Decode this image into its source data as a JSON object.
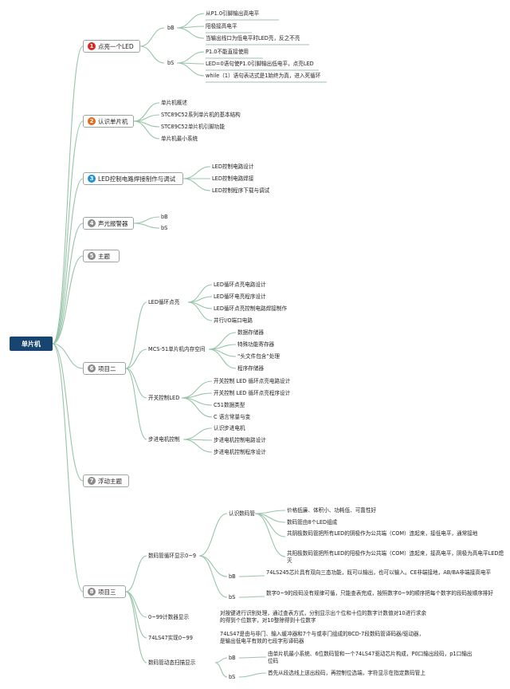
{
  "root": {
    "label": "单片机"
  },
  "colors": {
    "branch": "#97c4a8",
    "root_bg": "#17456f",
    "badge_red": "#d9281f",
    "badge_orange": "#e36a18",
    "badge_blue": "#1f8fd6",
    "badge_gray": "#8a8a8a"
  },
  "topics": [
    {
      "num": "1",
      "label": "点亮一个LED",
      "badge": "red"
    },
    {
      "num": "2",
      "label": "认识单片机",
      "badge": "orange"
    },
    {
      "num": "3",
      "label": "LED控制电路焊接制作与调试",
      "badge": "blue"
    },
    {
      "num": "4",
      "label": "声光报警器",
      "badge": "gray"
    },
    {
      "num": "5",
      "label": "主题",
      "badge": "gray"
    },
    {
      "num": "6",
      "label": "项目二",
      "badge": "gray"
    },
    {
      "num": "7",
      "label": "浮动主题",
      "badge": "gray"
    },
    {
      "num": "8",
      "label": "项目三",
      "badge": "gray"
    }
  ],
  "t1": {
    "bB": "bB",
    "bB_items": [
      "从P1.0引脚输出高电平",
      "阳极接高电平",
      "当输出线口为低电平时LED亮，反之不亮"
    ],
    "bS": "bS",
    "bS_items": [
      "P1.0不能直接使用",
      "LED=0语句使P1.0引脚输出低电平，点亮LED",
      "while（1）语句表达式是1始终为真，进入死循环"
    ]
  },
  "t2": {
    "items": [
      "单片机概述",
      "STC89C52系列单片机的基本结构",
      "STC89C52单片机引脚功能",
      "单片机最小系统"
    ]
  },
  "t3": {
    "items": [
      "LED控制电路设计",
      "LED控制电路焊接",
      "LED控制程序下载与调试"
    ]
  },
  "t4": {
    "items": [
      "bB",
      "bS"
    ]
  },
  "t6": {
    "s1": "LED循环点亮",
    "s1_items": [
      "LED循环点亮电路设计",
      "LED循环电亮程序设计",
      "LED循环点亮控制电路焊接制作",
      "并行I/O端口电路"
    ],
    "s2": "MCS-51单片机内存空间",
    "s2_items": [
      "数据存储器",
      "特殊功能寄存器",
      "“头文件包含”处理",
      "程序存储器"
    ],
    "s3": "开关控制LED",
    "s3_items": [
      "开关控制 LED 循环点亮电路设计",
      "开关控制 LED 循环点亮程序设计",
      "C51数据类型",
      "C 语言常量与变"
    ],
    "s4": "步进电机控制",
    "s4_items": [
      "认识步进电机",
      "步进电机控制电路设计",
      "步进电机控制程序设计"
    ]
  },
  "t8": {
    "s1": "数码管循环显示0~9",
    "s1a": "认识数码管",
    "s1a_items": [
      "价格低廉、体积小、功耗低、可靠性好",
      "数码管由8个LED组成",
      "共阴极数码管把所有LED的阴极作为公共端（COM）连起来，接低电平，通常接地",
      "共阳极数码管把所有LED的阳极作为公共端（COM）连起来，接高电平，阴极为高电平LED熄灭"
    ],
    "s1b": "bB",
    "s1b_text": "74LS245芯片具有双向三态功能，既可以输出，也可以输入。CE非端接地，AB/BA非端接高电平",
    "s1c": "bS",
    "s1c_text": "数字0~9的段码没有规律可循，只能查表完成，按照数字0~9的顺序把每个数字的段码按顺序排好",
    "s2": "0~99计数器显示",
    "s2_text": "对按键进行识别处理，通过查表方式，分别显示出个位和十位的数字计数值对10进行求余的得到个位数字，对10整除得到十位数字",
    "s3": "74LS47实现0~99",
    "s3_text": "74LS47是由与非门、输入缓冲器和7个与或非门组成的BCD-7段数码管译码器/驱动器，是输出低电平有效的七段字形译码器",
    "s4": "数码管动态扫描显示",
    "s4a": "bB",
    "s4a_text": "由单片机最小系统、6位数码管和一个74LS47驱动芯片构成，P0口输出段码，p1口输出位码",
    "s4b": "bS",
    "s4b_text": "首先从段选线上送出段码，再控制位选端，字符显示在指定数码管上"
  }
}
